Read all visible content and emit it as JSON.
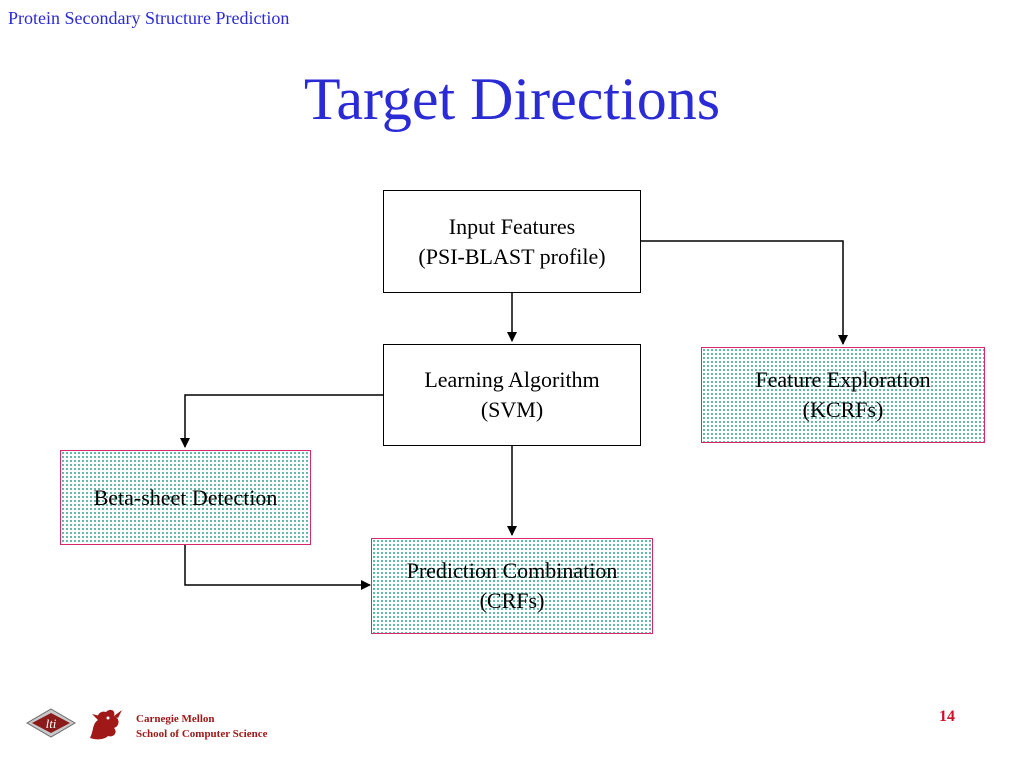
{
  "header": {
    "title": "Protein Secondary Structure Prediction"
  },
  "slide": {
    "title": "Target Directions"
  },
  "diagram": {
    "input_features": {
      "line1": "Input Features",
      "line2": "(PSI-BLAST profile)"
    },
    "learning_algorithm": {
      "line1": "Learning Algorithm",
      "line2": "(SVM)"
    },
    "feature_exploration": {
      "line1": "Feature Exploration",
      "line2": "(KCRFs)"
    },
    "beta_sheet": {
      "line1": "Beta-sheet Detection"
    },
    "prediction_combination": {
      "line1": "Prediction Combination",
      "line2": "(CRFs)"
    }
  },
  "footer": {
    "institution_line1": "Carnegie Mellon",
    "institution_line2": "School of Computer Science",
    "logo_text": "lti",
    "page_number": "14"
  },
  "colors": {
    "title_blue": "#2b2bd6",
    "box_border_pink": "#d6286a",
    "dot_teal": "#33a896",
    "cmu_red": "#a01818",
    "page_red": "#d0102a"
  }
}
